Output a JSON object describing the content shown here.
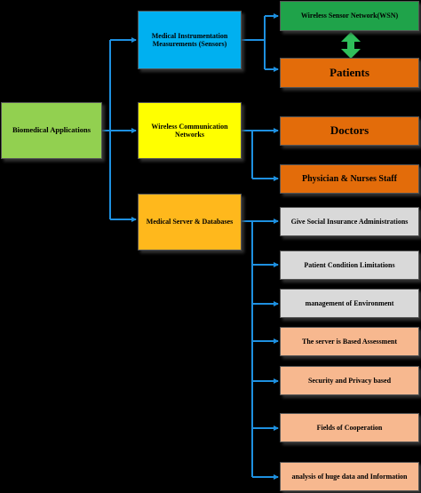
{
  "nodes": {
    "root": {
      "label": "Biomedical Applications",
      "color": "#92d050"
    },
    "sensors": {
      "label": "Medical Instrumentation Measurements (Sensors)",
      "color": "#00b0f0"
    },
    "wireless": {
      "label": "Wireless Communication Networks",
      "color": "#ffff00"
    },
    "server": {
      "label": "Medical Server & Databases",
      "color": "#ffb81c"
    },
    "wsn": {
      "label": "Wireless Sensor Network(WSN)",
      "color": "#1fa34a"
    },
    "patients": {
      "label": "Patients",
      "color": "#e36c0a"
    },
    "doctors": {
      "label": "Doctors",
      "color": "#e36c0a"
    },
    "staff": {
      "label": "Physician  & Nurses Staff",
      "color": "#e36c0a"
    },
    "insurance": {
      "label": "Give Social Insurance Administrations",
      "color": "#d9d9d9"
    },
    "condition": {
      "label": "Patient Condition Limitations",
      "color": "#d9d9d9"
    },
    "environment": {
      "label": "management of Environment",
      "color": "#d9d9d9"
    },
    "assessment": {
      "label": "The server is  Based Assessment",
      "color": "#f7b88f"
    },
    "security": {
      "label": "Security and Privacy based",
      "color": "#f7b88f"
    },
    "cooperation": {
      "label": "Fields of Cooperation",
      "color": "#f7b88f"
    },
    "analysis": {
      "label": "analysis of  huge data and Information",
      "color": "#f7b88f"
    }
  },
  "colors": {
    "connector": "#1e90e0",
    "bidirectional_arrow": "#2fbf5a"
  }
}
